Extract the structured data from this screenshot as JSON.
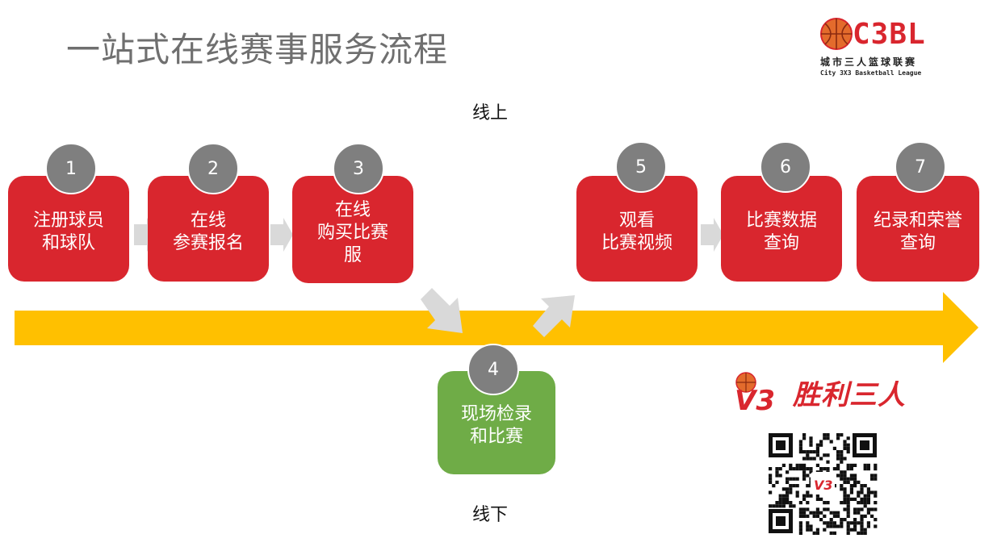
{
  "title": "一站式在线赛事服务流程",
  "labels": {
    "online": "线上",
    "offline": "线下"
  },
  "steps": [
    {
      "num": "1",
      "text": "注册球员\n和球队"
    },
    {
      "num": "2",
      "text": "在线\n参赛报名"
    },
    {
      "num": "3",
      "text": "在线\n购买比赛\n服"
    },
    {
      "num": "4",
      "text": "现场检录\n和比赛"
    },
    {
      "num": "5",
      "text": "观看\n比赛视频"
    },
    {
      "num": "6",
      "text": "比赛数据\n查询"
    },
    {
      "num": "7",
      "text": "纪录和荣誉\n查询"
    }
  ],
  "logo": {
    "name": "C3BL",
    "cn": "城市三人篮球联赛",
    "en": "City 3X3 Basketball League"
  },
  "brand": {
    "name": "胜利三人",
    "icon": "v3-basketball-icon"
  },
  "colors": {
    "step_red": "#d9262e",
    "step_green": "#6fac47",
    "badge_gray": "#7f7f7f",
    "timeline_yellow": "#ffc000",
    "chevron_gray": "#d9d9d9"
  }
}
